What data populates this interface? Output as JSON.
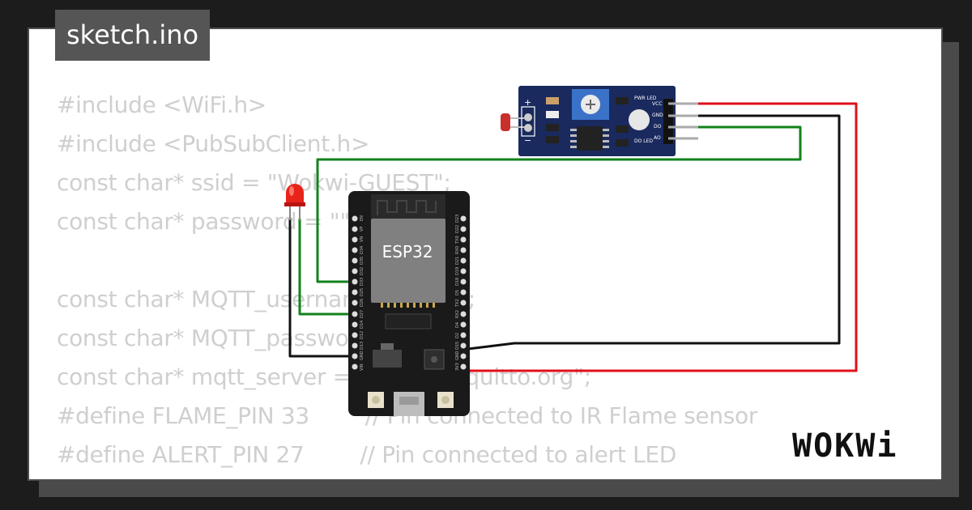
{
  "tab": {
    "filename": "sketch.ino"
  },
  "code_lines": [
    "#include <WiFi.h>",
    "#include <PubSubClient.h>",
    "const char* ssid = \"Wokwi-GUEST\";",
    "const char* password = \"\";",
    "",
    "const char* MQTT_username = NULL;",
    "const char* MQTT_password = NULL;",
    "const char* mqtt_server = \"test.mosquitto.org\";",
    "#define FLAME_PIN 33        // Pin connected to IR Flame sensor",
    "#define ALERT_PIN 27        // Pin connected to alert LED"
  ],
  "board": {
    "label": "ESP32",
    "left_pins": [
      "EN",
      "VP",
      "VN",
      "D34",
      "D35",
      "D32",
      "D33",
      "D25",
      "D26",
      "D27",
      "D14",
      "D12",
      "D13",
      "GND",
      "VIN"
    ],
    "right_pins": [
      "D23",
      "D22",
      "TX0",
      "RX0",
      "D21",
      "D19",
      "D18",
      "D5",
      "TX2",
      "RX2",
      "D4",
      "D2",
      "D15",
      "GND",
      "3V3"
    ]
  },
  "sensor": {
    "pins": [
      "VCC",
      "GND",
      "DO",
      "AO"
    ],
    "pwr_led_label": "PWR LED",
    "do_led_label": "DO LED",
    "plus_label": "+",
    "minus_label": "−"
  },
  "logo": {
    "text": "WOKWi"
  },
  "colors": {
    "background": "#1c1c1c",
    "card": "#ffffff",
    "code_text": "#cfcfcf",
    "tab_bg": "#555555",
    "wire_red": "#e0101a",
    "wire_black": "#111111",
    "wire_green": "#12821a",
    "sensor_pcb": "#1a2a5e",
    "board_pcb": "#1a1a1a"
  }
}
